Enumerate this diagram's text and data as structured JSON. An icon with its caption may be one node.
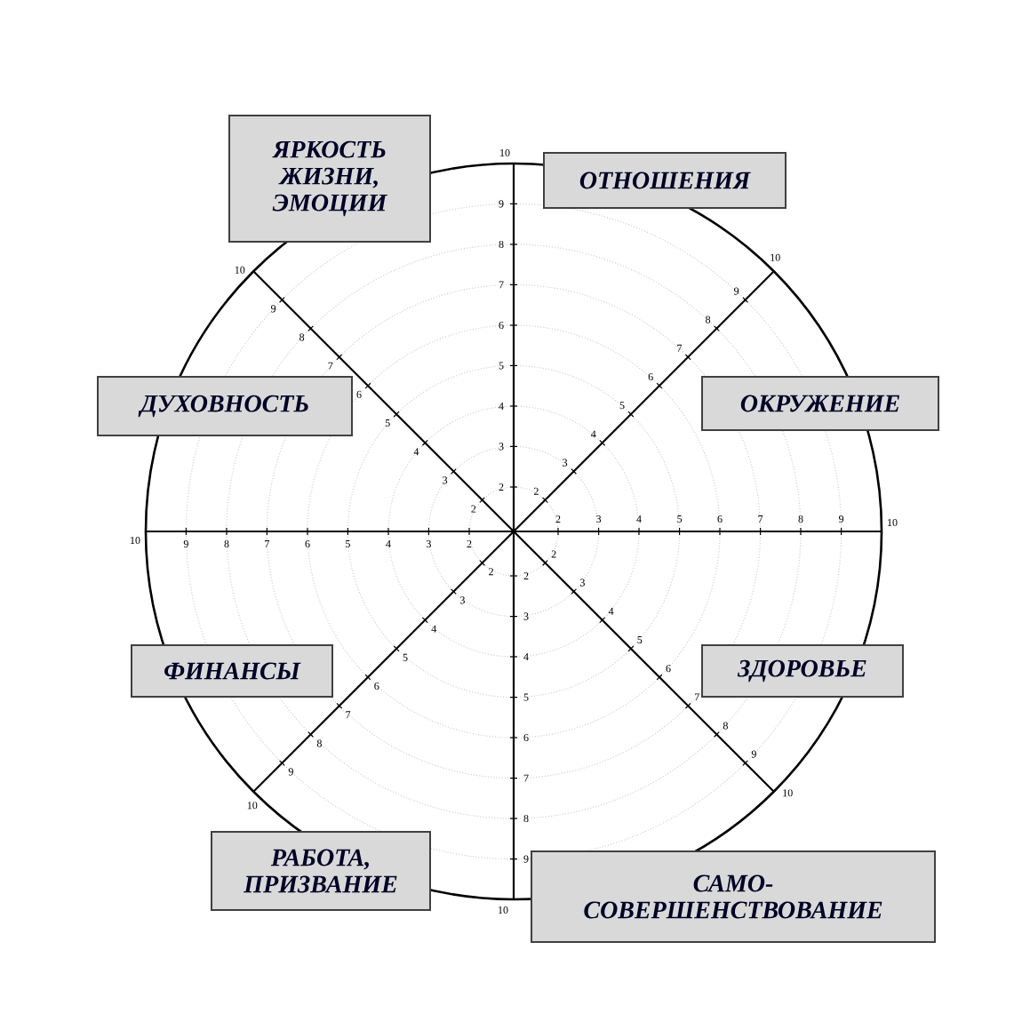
{
  "diagram": {
    "nodes": [
      {
        "text": [
          "ЯРКОСТЬ ЖИЗНИ, ЭМОЦИИ"
        ]
      },
      {
        "text": [
          "ОТНОШЕНИЯ"
        ]
      },
      {
        "text": [
          "ДУХОВНОСТЬ"
        ]
      },
      {
        "text": [
          "ОКРУЖЕНИЕ"
        ]
      },
      {
        "text": [
          "ФИНАНСЫ"
        ]
      },
      {
        "text": [
          "ЗДОРОВЬЕ"
        ]
      },
      {
        "text": [
          "РАБОТА, ПРИЗВАНИЕ"
        ]
      },
      {
        "text": [
          "САМО- СОВЕРШЕНСТВОВАНИЕ"
        ]
      }
    ],
    "labels": [
      "2",
      "3",
      "4",
      "5",
      "6",
      "7",
      "8",
      "9",
      "10",
      "2",
      "3",
      "4",
      "5",
      "6",
      "7",
      "8",
      "9",
      "10",
      "2",
      "3",
      "4",
      "5",
      "6",
      "7",
      "8",
      "9",
      "10",
      "2",
      "3",
      "4",
      "5",
      "6",
      "7",
      "8",
      "9",
      "10",
      "2",
      "3",
      "4",
      "5",
      "6",
      "7",
      "8",
      "9",
      "10",
      "2",
      "3",
      "4",
      "5",
      "6",
      "7",
      "8",
      "9",
      "10",
      "2",
      "3",
      "4",
      "5",
      "6",
      "7",
      "8",
      "9",
      "10",
      "2",
      "3",
      "4",
      "5",
      "6",
      "7",
      "8",
      "9",
      "10"
    ]
  }
}
